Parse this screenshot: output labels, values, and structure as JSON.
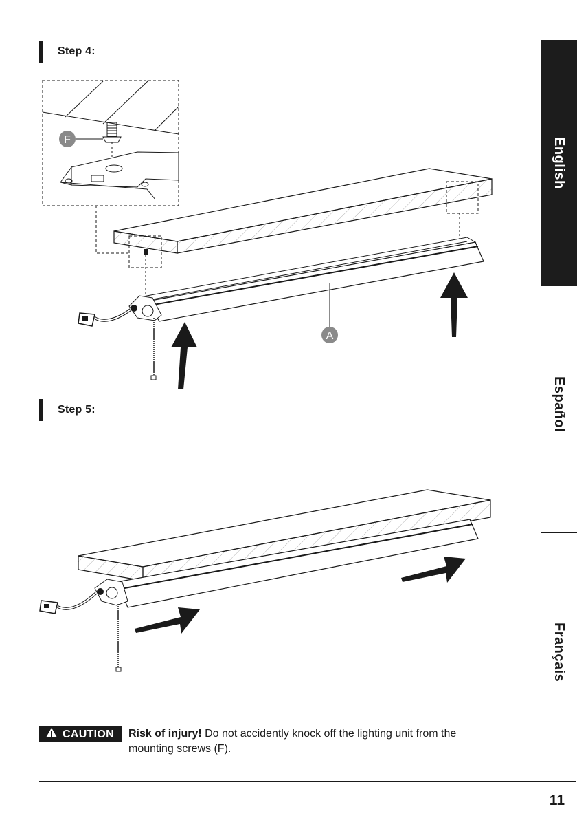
{
  "steps": [
    {
      "label": "Step 4:"
    },
    {
      "label": "Step 5:"
    }
  ],
  "language_tabs": [
    {
      "label": "English",
      "active": true
    },
    {
      "label": "Español",
      "active": false
    },
    {
      "label": "Français",
      "active": false
    }
  ],
  "callouts": {
    "screw": "F",
    "fixture": "A"
  },
  "caution": {
    "badge": "CAUTION",
    "heading": "Risk of injury!",
    "body": " Do not accidently knock off the lighting unit from the mounting screws (F)."
  },
  "page_number": "11",
  "colors": {
    "ink": "#1a1a1a",
    "tab_active": "#1c1c1c",
    "callout": "#8a8a8a",
    "hatch": "#9a9a9a"
  }
}
